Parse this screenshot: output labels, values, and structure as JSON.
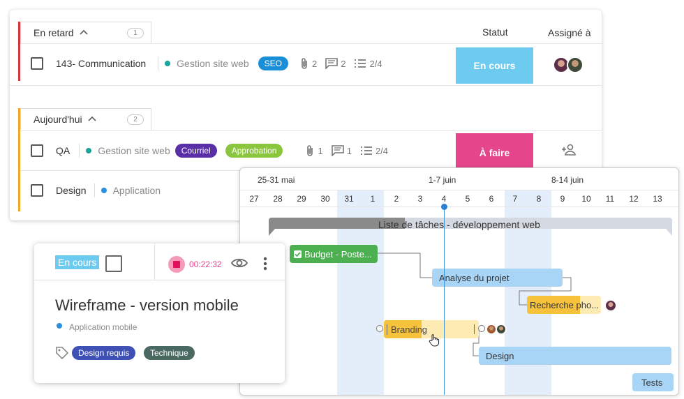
{
  "list": {
    "columns": {
      "status": "Statut",
      "assignee": "Assigné à"
    },
    "groups": [
      {
        "name": "En retard",
        "count": "1",
        "color": "#d9343a",
        "tasks": [
          {
            "name": "143- Communication",
            "project": "Gestion site web",
            "project_color": "#1aa39a",
            "tags": [
              "SEO"
            ],
            "attachments": "2",
            "comments": "2",
            "checklist": "2/4",
            "status": "En cours",
            "status_color": "#6ecbf0"
          }
        ]
      },
      {
        "name": "Aujourd'hui",
        "count": "2",
        "color": "#f5a623",
        "tasks": [
          {
            "name": "QA",
            "project": "Gestion site web",
            "project_color": "#1aa39a",
            "tags": [
              "Courriel",
              "Approbation"
            ],
            "attachments": "1",
            "comments": "1",
            "checklist": "2/4",
            "status": "À faire",
            "status_color": "#e5458b"
          },
          {
            "name": "Design",
            "project": "Application",
            "project_color": "#2b8fe0"
          }
        ]
      }
    ]
  },
  "gantt": {
    "weeks": [
      "25-31 mai",
      "1-7 juin",
      "8-14 juin"
    ],
    "days": [
      "27",
      "28",
      "29",
      "30",
      "31",
      "1",
      "2",
      "3",
      "4",
      "5",
      "6",
      "7",
      "8",
      "9",
      "10",
      "11",
      "12",
      "13"
    ],
    "group_label": "Liste de tâches - développement web",
    "bars": {
      "budget": "Budget - Poste...",
      "analyse": "Analyse du projet",
      "recherche": "Recherche pho...",
      "branding": "Branding",
      "design": "Design",
      "tests": "Tests"
    }
  },
  "detail": {
    "status": "En cours",
    "timer": "00:22:32",
    "title": "Wireframe - version mobile",
    "project": "Application mobile",
    "tags": [
      "Design requis",
      "Technique"
    ]
  }
}
